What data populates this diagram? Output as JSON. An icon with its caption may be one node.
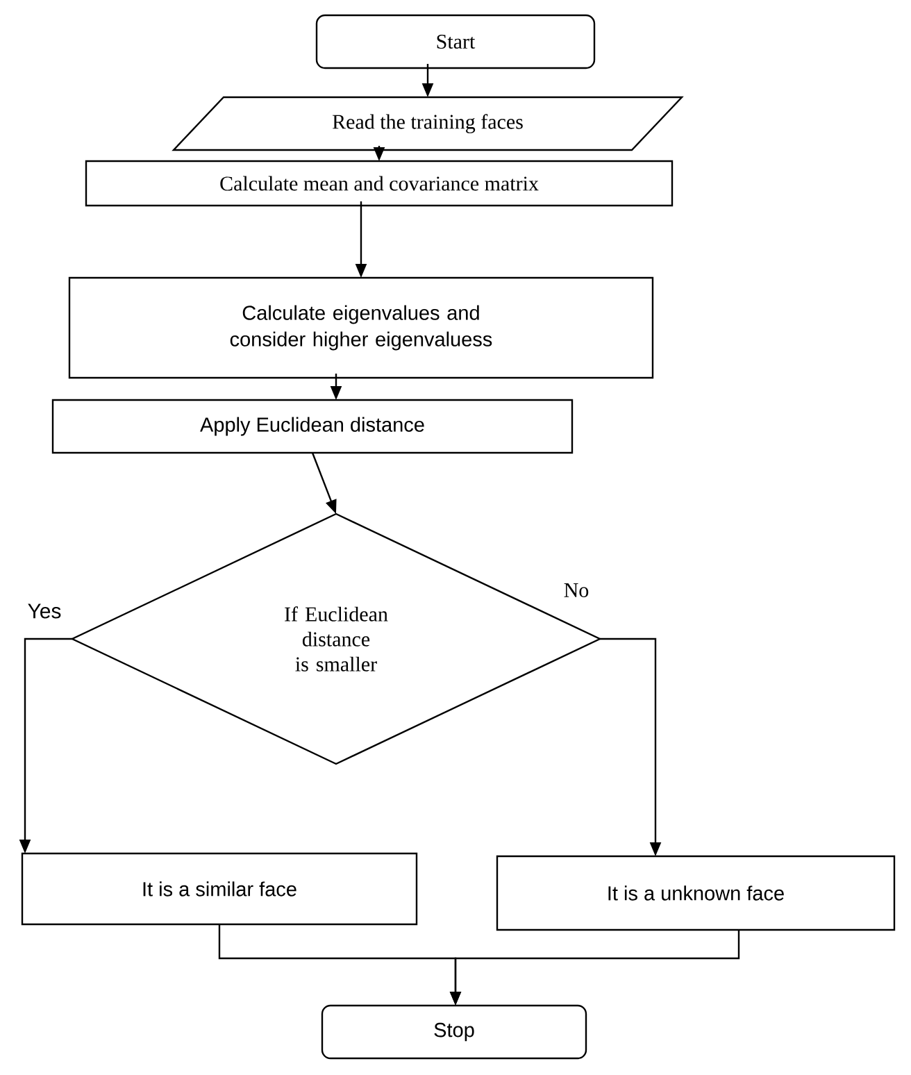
{
  "diagram": {
    "nodes": [
      {
        "text": [
          "Start"
        ]
      },
      {
        "text": [
          "Read the training faces"
        ]
      },
      {
        "text": [
          "Calculate mean and covariance matrix"
        ]
      },
      {
        "text": [
          "Calculate eigenvalues and consider higher eigenvaluess"
        ]
      },
      {
        "text": [
          "Apply Euclidean distance"
        ]
      },
      {
        "text": [
          "If Euclidean distance is smaller"
        ]
      },
      {
        "text": [
          "It is a similar face"
        ]
      },
      {
        "text": [
          "It is a unknown face"
        ]
      },
      {
        "text": [
          "Stop"
        ]
      }
    ],
    "edges": [
      {
        "from": 0,
        "to": 1,
        "arrow": "to"
      },
      {
        "from": 1,
        "to": 2,
        "arrow": "to"
      },
      {
        "from": 2,
        "to": 3,
        "arrow": "to"
      },
      {
        "from": 3,
        "to": 4,
        "arrow": "to"
      },
      {
        "from": 4,
        "to": 5,
        "arrow": "to"
      },
      {
        "from": 5,
        "to": 6,
        "arrow": "to",
        "label": "Yes"
      },
      {
        "from": 5,
        "to": 7,
        "arrow": "to",
        "label": "No"
      },
      {
        "from": 6,
        "to": 8,
        "arrow": "to"
      },
      {
        "from": 7,
        "to": 8,
        "arrow": "to"
      }
    ]
  }
}
